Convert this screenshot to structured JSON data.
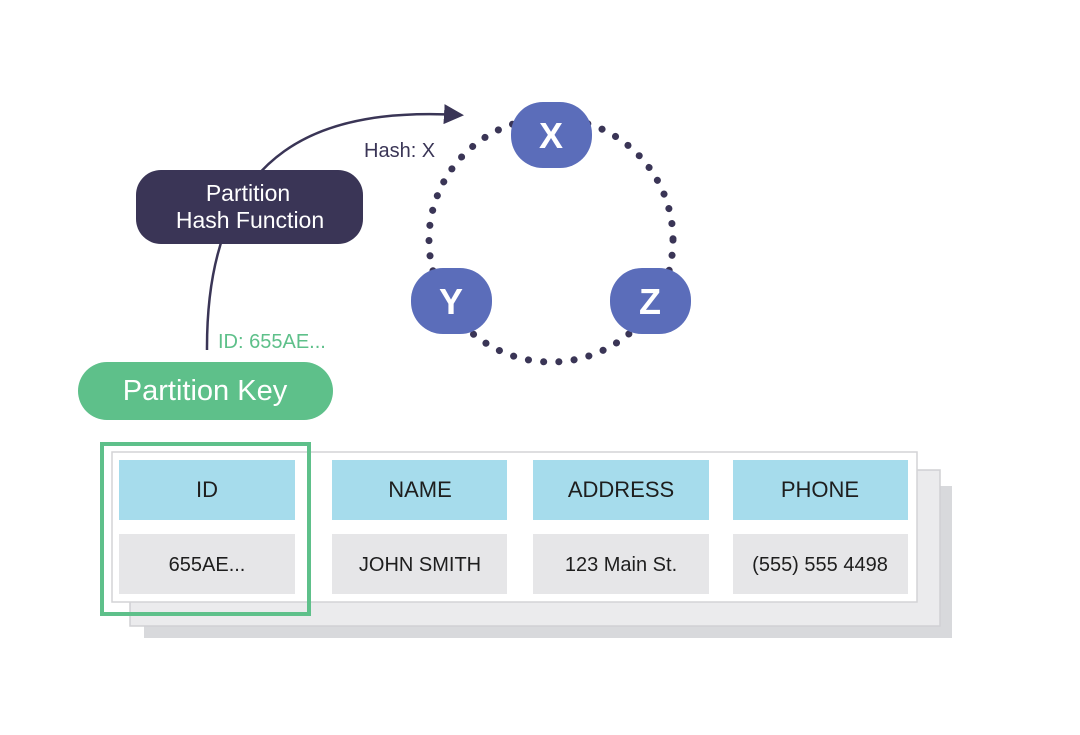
{
  "hash_function": {
    "line1": "Partition",
    "line2": "Hash Function"
  },
  "hash_label": "Hash: X",
  "id_label": "ID: 655AE...",
  "partition_key": "Partition Key",
  "nodes": {
    "x": "X",
    "y": "Y",
    "z": "Z"
  },
  "table": {
    "headers": [
      "ID",
      "NAME",
      "ADDRESS",
      "PHONE"
    ],
    "row": [
      "655AE...",
      "JOHN SMITH",
      "123 Main St.",
      "(555) 555 4498"
    ]
  },
  "colors": {
    "node": "#5b6dba",
    "dark": "#3a3556",
    "green": "#5ec08a",
    "header": "#a6dcec",
    "cell": "#e6e6e8"
  }
}
